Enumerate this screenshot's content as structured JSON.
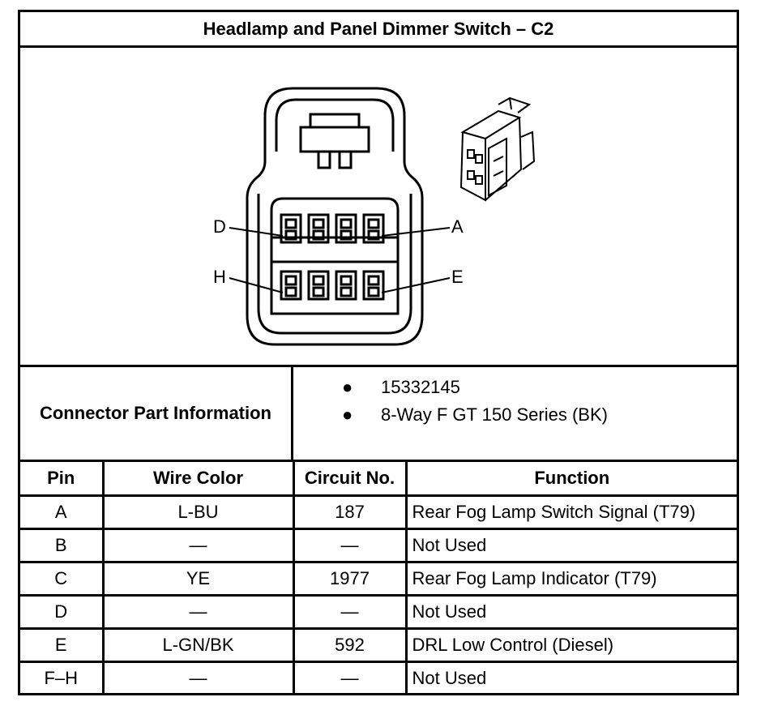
{
  "title": "Headlamp and Panel Dimmer Switch – C2",
  "diagram": {
    "pin_labels": [
      "D",
      "A",
      "H",
      "E"
    ]
  },
  "connector_info": {
    "label": "Connector Part Information",
    "items": [
      "15332145",
      "8-Way F GT 150 Series (BK)"
    ]
  },
  "table": {
    "headers": [
      "Pin",
      "Wire Color",
      "Circuit No.",
      "Function"
    ],
    "rows": [
      {
        "pin": "A",
        "wire": "L-BU",
        "circuit": "187",
        "function": "Rear Fog Lamp Switch Signal (T79)"
      },
      {
        "pin": "B",
        "wire": "—",
        "circuit": "—",
        "function": "Not Used"
      },
      {
        "pin": "C",
        "wire": "YE",
        "circuit": "1977",
        "function": "Rear Fog Lamp Indicator (T79)"
      },
      {
        "pin": "D",
        "wire": "—",
        "circuit": "—",
        "function": "Not Used"
      },
      {
        "pin": "E",
        "wire": "L-GN/BK",
        "circuit": "592",
        "function": "DRL Low Control (Diesel)"
      },
      {
        "pin": "F–H",
        "wire": "—",
        "circuit": "—",
        "function": "Not Used"
      }
    ]
  }
}
